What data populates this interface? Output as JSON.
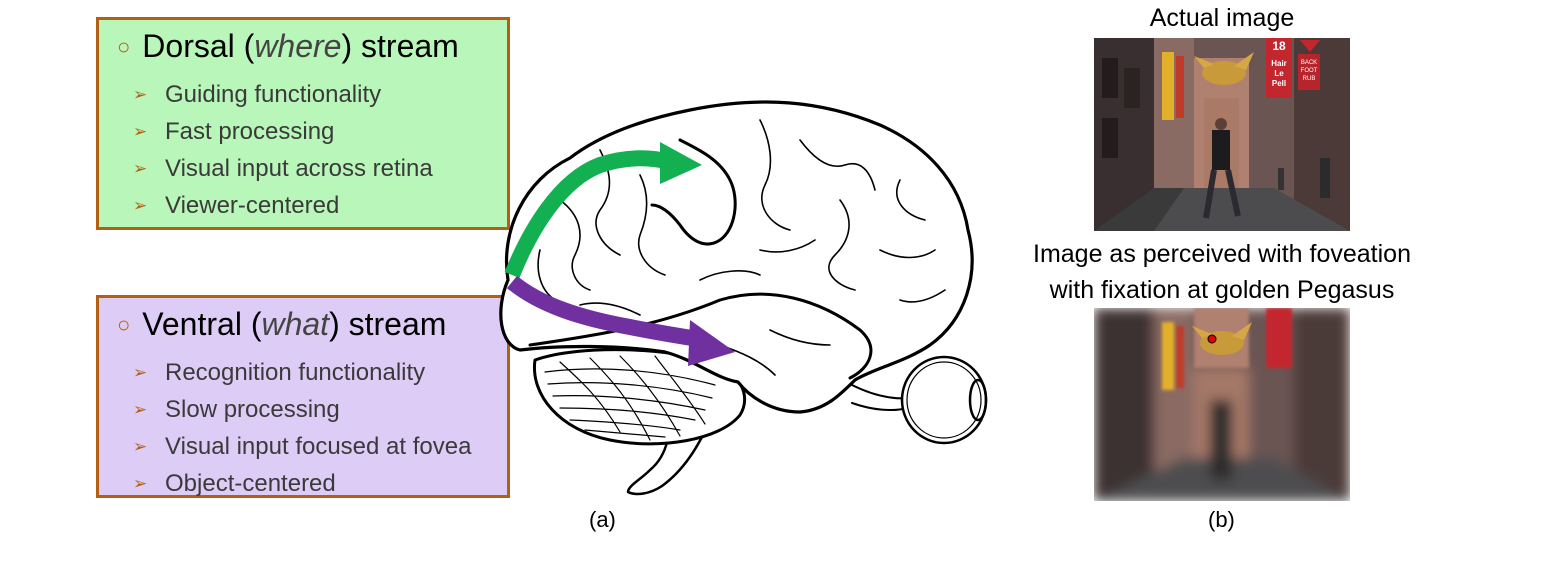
{
  "dorsal": {
    "name_before": "Dorsal (",
    "name_italic": "where",
    "name_after": ") stream",
    "items": [
      "Guiding functionality",
      "Fast processing",
      "Visual input across retina",
      "Viewer-centered"
    ]
  },
  "ventral": {
    "name_before": "Ventral (",
    "name_italic": "what",
    "name_after": ") stream",
    "items": [
      "Recognition functionality",
      "Slow processing",
      "Visual input focused at fovea",
      "Object-centered"
    ]
  },
  "panel_b": {
    "actual_label": "Actual image",
    "foveated_label_line1": "Image as perceived with foveation",
    "foveated_label_line2": "with fixation at golden Pegasus",
    "sign_18": "18",
    "sign_hair": "Hair",
    "sign_le": "Le",
    "sign_pell": "Pell",
    "sign_back": "BACK",
    "sign_foot": "FOOT",
    "sign_rub": "RUB"
  },
  "captions": {
    "a": "(a)",
    "b": "(b)"
  },
  "colors": {
    "dorsal_fill": "#b9f6b9",
    "ventral_fill": "#ddccf5",
    "box_border": "#b35f14",
    "dorsal_arrow": "#12b050",
    "ventral_arrow": "#7030a0",
    "fixation_dot": "#e00000"
  }
}
